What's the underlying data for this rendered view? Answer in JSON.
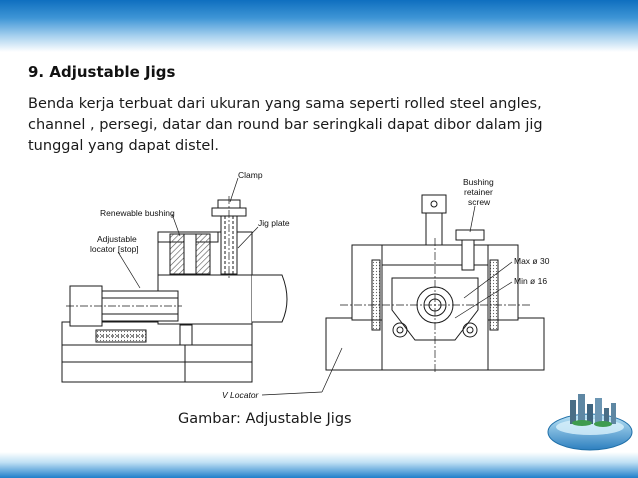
{
  "slide": {
    "heading": "9. Adjustable Jigs",
    "body_lines": [
      "Benda kerja  terbuat dari ukuran yang sama seperti rolled steel angles,",
      "channel , persegi, datar dan round bar seringkali dapat dibor dalam jig",
      "tunggal yang dapat distel."
    ],
    "caption": "Gambar: Adjustable Jigs"
  },
  "figure": {
    "labels": {
      "clamp": "Clamp",
      "renewable_bushing": "Renewable bushing",
      "jig_plate": "Jig plate",
      "adjustable_locator_1": "Adjustable",
      "adjustable_locator_2": "locator [stop]",
      "bushing_retainer_1": "Bushing",
      "bushing_retainer_2": "retainer",
      "bushing_retainer_3": "screw",
      "max_dia": "Max ø 30",
      "min_dia": "Min ø 16",
      "v_locator": "V Locator"
    }
  },
  "colors": {
    "top_band": "#0f6fbf",
    "bottom_band": "#1f7fca",
    "line": "#1a1a1a"
  },
  "icons": {
    "logo": "city-globe-icon"
  }
}
